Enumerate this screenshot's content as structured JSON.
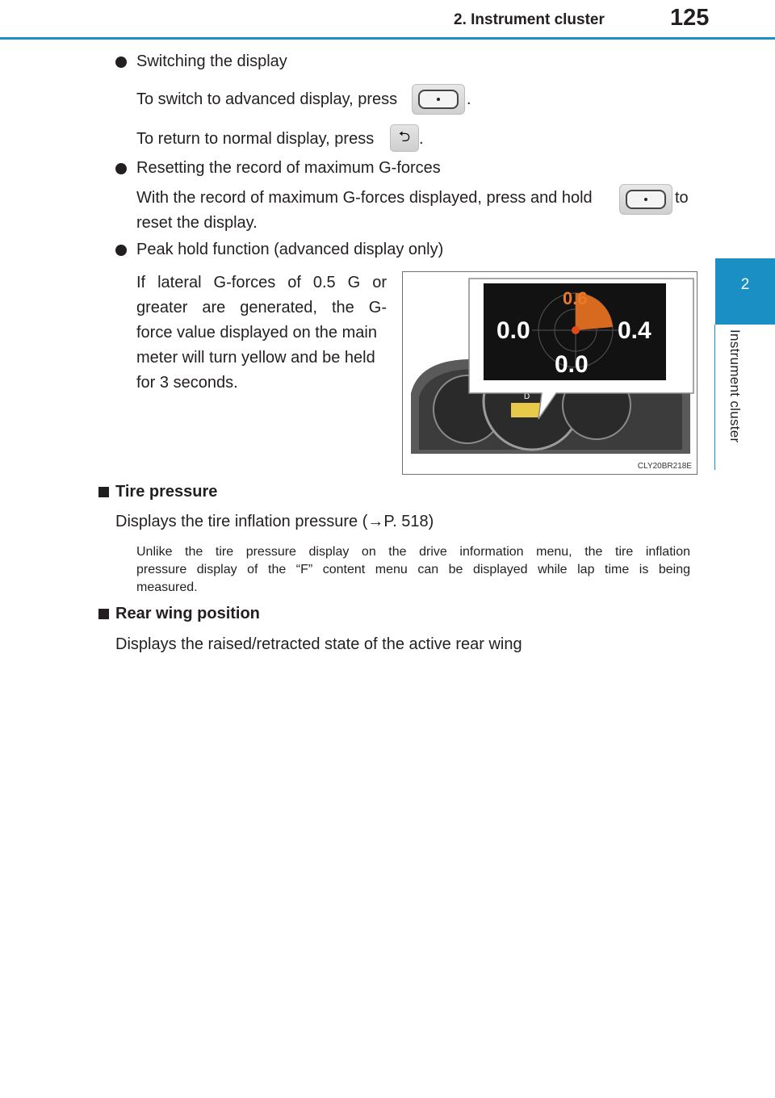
{
  "header": {
    "section_title": "2. Instrument cluster",
    "page_number": "125"
  },
  "side_tab": {
    "chapter_number": "2",
    "chapter_label": "Instrument cluster"
  },
  "content": {
    "switching": {
      "heading": "Switching the display",
      "line1_pre": "To switch to advanced display, press",
      "line1_post": ".",
      "line2_pre": "To return to normal display, press",
      "line2_post": "."
    },
    "resetting": {
      "heading": "Resetting the record of maximum G-forces",
      "line1_pre": "With the record of maximum G-forces displayed, press and hold",
      "line1_post": "to",
      "line2": "reset the display."
    },
    "peak_hold": {
      "heading": "Peak hold function (advanced display only)",
      "lines": [
        "If lateral G-forces of 0.5 G or",
        "greater are generated, the G-",
        "force value displayed on the main",
        "meter will turn yellow and be held",
        "for 3 seconds."
      ]
    },
    "figure": {
      "readouts": {
        "top": "0.6",
        "left": "0.0",
        "right": "0.4",
        "bottom": "0.0"
      },
      "gear": "D",
      "code": "CLY20BR218E"
    },
    "tire_pressure": {
      "heading": "Tire pressure",
      "line": "Displays the tire inflation pressure (→P. 518)",
      "note": [
        "Unlike the tire pressure display on the drive information menu, the tire inflation",
        "pressure display of the “F” content menu can be displayed while lap time is being",
        "measured."
      ]
    },
    "rear_wing": {
      "heading": "Rear wing position",
      "line": "Displays the raised/retracted state of the active rear wing"
    }
  },
  "icons": {
    "display_button": "display-button-icon",
    "back_button": "back-arrow-icon"
  }
}
